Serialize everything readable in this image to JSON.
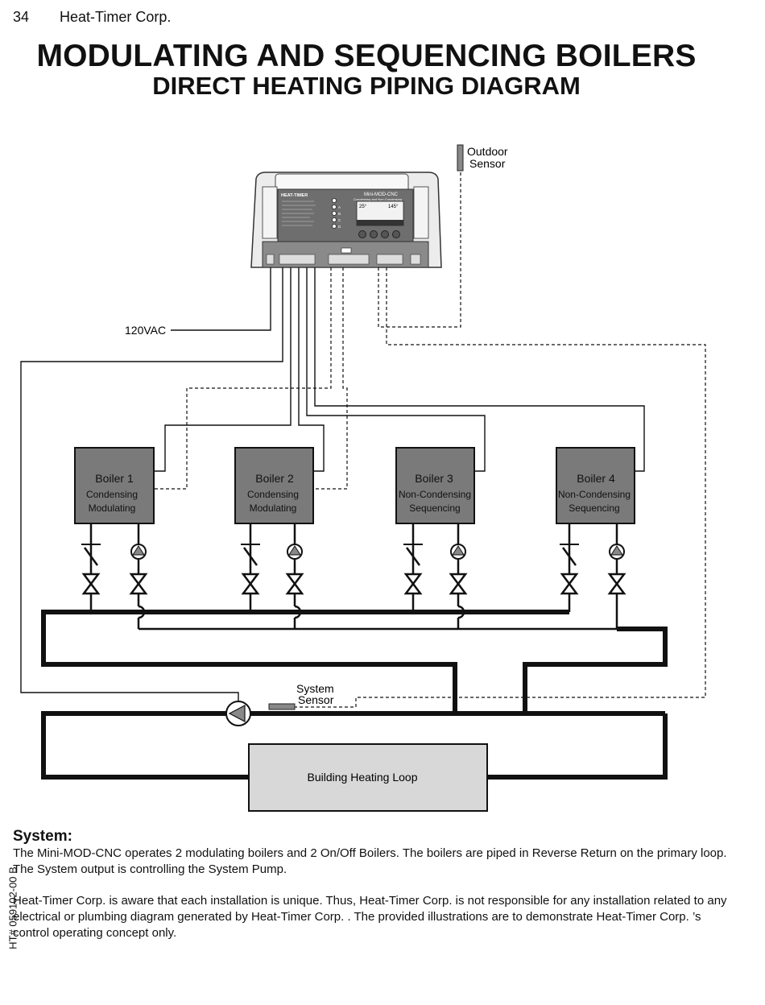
{
  "header": {
    "page_number": "34",
    "company": "Heat-Timer Corp."
  },
  "title": {
    "line1": "MODULATING AND SEQUENCING BOILERS",
    "line2": "DIRECT HEATING PIPING DIAGRAM"
  },
  "diagram": {
    "outdoor_sensor": [
      "Outdoor",
      "Sensor"
    ],
    "power_label": "120VAC",
    "system_sensor": [
      "System",
      "Sensor"
    ],
    "controller": {
      "brand": "HEAT-TIMER",
      "model": "Mini-MOD-CNC",
      "subtitle": "Condensing and Non-Condensing",
      "display_left": "25°",
      "display_right": "145°",
      "stage_leds": [
        "A",
        "B",
        "C",
        "D"
      ]
    },
    "boilers": [
      {
        "name": "Boiler 1",
        "line2": "Condensing",
        "line3": "Modulating"
      },
      {
        "name": "Boiler 2",
        "line2": "Condensing",
        "line3": "Modulating"
      },
      {
        "name": "Boiler 3",
        "line2": "Non-Condensing",
        "line3": "Sequencing"
      },
      {
        "name": "Boiler 4",
        "line2": "Non-Condensing",
        "line3": "Sequencing"
      }
    ],
    "building_loop": "Building Heating Loop"
  },
  "system": {
    "heading": "System:",
    "paragraph1": "The Mini-MOD-CNC operates 2 modulating boilers and 2 On/Off Boilers.  The boilers are piped in Reverse Return on the primary loop.  The System output is controlling the System Pump.",
    "paragraph2": "Heat-Timer Corp. is aware that each installation is unique. Thus, Heat-Timer Corp.  is not responsible for any installation related to any electrical or plumbing diagram generated by Heat-Timer Corp. . The provided illustrations are to demonstrate Heat-Timer Corp. ’s control operating concept only."
  },
  "side_code": "HT# 059102-00 B",
  "colors": {
    "boiler_fill": "#7a7a7a",
    "loop_fill": "#d8d8d8",
    "controller_body": "#e6e6e6",
    "controller_panel": "#6e6e6e"
  }
}
